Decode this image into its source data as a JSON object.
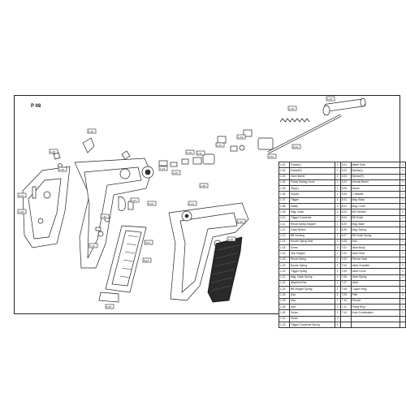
{
  "title": "P 08",
  "parts_left": [
    {
      "code": "1-01",
      "name": "Frame(L)",
      "qty": "1"
    },
    {
      "code": "1-02",
      "name": "Frame(R)",
      "qty": "1"
    },
    {
      "code": "1-03",
      "name": "Outer Barrel",
      "qty": "1"
    },
    {
      "code": "1-04",
      "name": "Frame Moving Cover",
      "qty": "1"
    },
    {
      "code": "1-05",
      "name": "Grip(L)",
      "qty": "1"
    },
    {
      "code": "1-06",
      "name": "Grip(R)",
      "qty": "1"
    },
    {
      "code": "1-07",
      "name": "Trigger",
      "qty": "1"
    },
    {
      "code": "1-08",
      "name": "Safety",
      "qty": "1"
    },
    {
      "code": "1-09",
      "name": "Mag. Catch",
      "qty": "1"
    },
    {
      "code": "1-10",
      "name": "Trigger Connector",
      "qty": "1"
    },
    {
      "code": "1-11",
      "name": "Recoil Spring Stopper",
      "qty": "1"
    },
    {
      "code": "1-12",
      "name": "Catch Button",
      "qty": "1"
    },
    {
      "code": "1-13",
      "name": "BB Housing",
      "qty": "1"
    },
    {
      "code": "1-14",
      "name": "Nozzle Spring Seat",
      "qty": "1"
    },
    {
      "code": "1-15",
      "name": "Screw",
      "qty": "5"
    },
    {
      "code": "1-16",
      "name": "Grip Stopper",
      "qty": "1"
    },
    {
      "code": "1-18",
      "name": "Recoil Spring",
      "qty": "1"
    },
    {
      "code": "1-19",
      "name": "Nozzle Spring",
      "qty": "1"
    },
    {
      "code": "1-20",
      "name": "Trigger Spring",
      "qty": "1"
    },
    {
      "code": "1-21",
      "name": "Mag. Catch Spring",
      "qty": "1"
    },
    {
      "code": "1-22",
      "name": "Attached Rod",
      "qty": "1"
    },
    {
      "code": "1-23",
      "name": "BB Stopper Spring",
      "qty": "1"
    },
    {
      "code": "1-24",
      "name": "Axis",
      "qty": "1"
    },
    {
      "code": "1-25",
      "name": "Axis",
      "qty": "1"
    },
    {
      "code": "1-26",
      "name": "Axis",
      "qty": "2"
    },
    {
      "code": "1-30",
      "name": "Screw",
      "qty": "1"
    },
    {
      "code": "1-31",
      "name": "Screw",
      "qty": "2"
    },
    {
      "code": "1-33",
      "name": "Trigger Connector Spring",
      "qty": "1"
    }
  ],
  "parts_right": [
    {
      "code": "3-01",
      "name": "Barrel Seat",
      "qty": "1"
    },
    {
      "code": "3-02",
      "name": "Ejector(L)",
      "qty": "1"
    },
    {
      "code": "3-03",
      "name": "Ejector(R)",
      "qty": "1"
    },
    {
      "code": "3-04",
      "name": "Internal Barrel",
      "qty": "1"
    },
    {
      "code": "3-05",
      "name": "Screw",
      "qty": "1"
    },
    {
      "code": "3-06",
      "name": "C Washer",
      "qty": "1"
    },
    {
      "code": "5-01",
      "name": "Mag. Body",
      "qty": "1"
    },
    {
      "code": "5-02",
      "name": "Mag. Cover",
      "qty": "1"
    },
    {
      "code": "5-03",
      "name": "BB Follower",
      "qty": "1"
    },
    {
      "code": "5-04",
      "name": "BB Guide",
      "qty": "1"
    },
    {
      "code": "5-05",
      "name": "Mag. Base",
      "qty": "1"
    },
    {
      "code": "5-06",
      "name": "Mag. Spring",
      "qty": "1"
    },
    {
      "code": "5-07",
      "name": "BB Guide Spring",
      "qty": "1"
    },
    {
      "code": "5-08",
      "name": "Axis",
      "qty": "1"
    },
    {
      "code": "7-01",
      "name": "Valve Body",
      "qty": "1"
    },
    {
      "code": "7-02",
      "name": "Valve Seat",
      "qty": "1"
    },
    {
      "code": "7-03",
      "name": "Plenum Seat",
      "qty": "1"
    },
    {
      "code": "7-04",
      "name": "Valve Chamber",
      "qty": "1"
    },
    {
      "code": "7-05",
      "name": "Valve Cover",
      "qty": "1"
    },
    {
      "code": "7-06",
      "name": "Valve Spring",
      "qty": "1"
    },
    {
      "code": "7-07",
      "name": "Valve",
      "qty": "1"
    },
    {
      "code": "7-08",
      "name": "Copper Ring",
      "qty": "1"
    },
    {
      "code": "7-09",
      "name": "Filler",
      "qty": "1"
    },
    {
      "code": "7-10",
      "name": "Plenum",
      "qty": "1"
    },
    {
      "code": "7-11",
      "name": "Fixing Ring",
      "qty": "1"
    },
    {
      "code": "7-14",
      "name": "Knob Combination",
      "qty": "1"
    },
    {
      "code": "",
      "name": "",
      "qty": ""
    },
    {
      "code": "",
      "name": "",
      "qty": ""
    }
  ],
  "callouts": [
    "1-33",
    "1-30",
    "1-10",
    "1-03",
    "1-15",
    "1-11",
    "1-24",
    "1-26",
    "1-13",
    "3-01",
    "1-19",
    "3-04",
    "1-18",
    "5-05",
    "7-14",
    "1-01",
    "1-02",
    "1-05",
    "1-06",
    "1-07",
    "1-08",
    "5-01",
    "5-03",
    "1-20",
    "1-21",
    "1-22"
  ]
}
